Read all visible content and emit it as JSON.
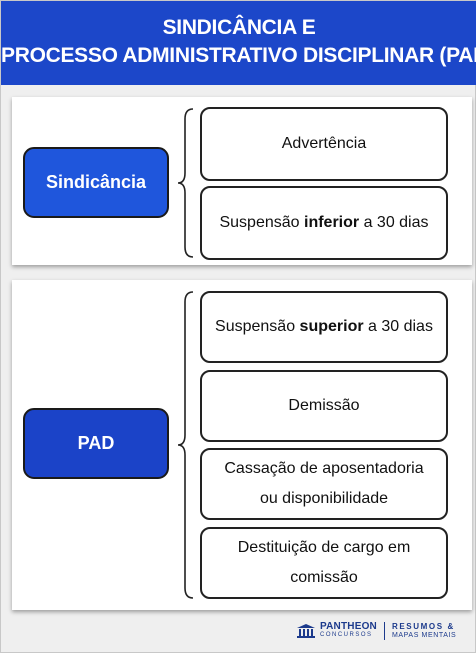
{
  "header": {
    "line1": "SINDICÂNCIA E",
    "line2": "PROCESSO ADMINISTRATIVO DISCIPLINAR (PAD)"
  },
  "sindicancia": {
    "title": "Sindicância",
    "items": [
      {
        "pre": "Advertência",
        "bold": "",
        "post": ""
      },
      {
        "pre": "Suspensão ",
        "bold": "inferior",
        "post": " a 30 dias"
      }
    ]
  },
  "pad": {
    "title": "PAD",
    "items": [
      {
        "pre": "Suspensão ",
        "bold": "superior",
        "post": " a 30 dias"
      },
      {
        "pre": "Demissão",
        "bold": "",
        "post": ""
      },
      {
        "pre": "Cassação de aposentadoria",
        "bold": "",
        "post": "",
        "line2": "ou disponibilidade"
      },
      {
        "pre": "Destituição de cargo em",
        "bold": "",
        "post": "",
        "line2": "comissão"
      }
    ]
  },
  "footer": {
    "brand": "PANTHEON",
    "brand_sub": "CONCURSOS",
    "tag1": "RESUMOS &",
    "tag2": "MAPAS MENTAIS"
  },
  "colors": {
    "header": "#1c47c9",
    "sindicancia_box": "#1f56dc",
    "pad_box": "#1b43c8"
  }
}
